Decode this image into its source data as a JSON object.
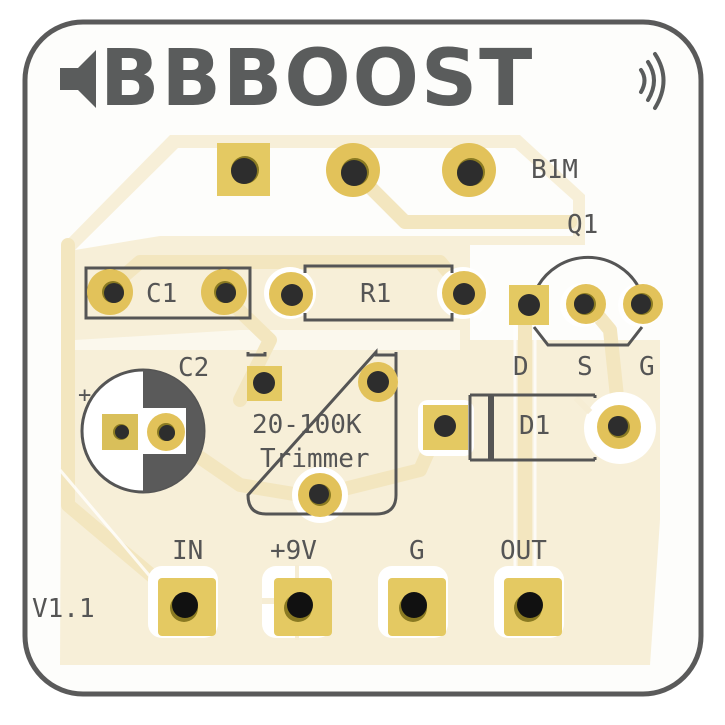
{
  "board": {
    "title": "BBBOOST",
    "version": "V1.1",
    "colors": {
      "outline": "#5a5a5a",
      "substrate": "#fdfdfb",
      "copper_fill": "#f6edd4",
      "trace": "#f3e6bf",
      "pad_gold": "#e2c25a",
      "pad_gold_light": "#ecd684",
      "drill": "#2d2d2d",
      "silkscreen": "#555555"
    }
  },
  "components": {
    "pot": {
      "ref": "B1M"
    },
    "transistor": {
      "ref": "Q1",
      "pins": [
        "D",
        "S",
        "G"
      ]
    },
    "cap1": {
      "ref": "C1"
    },
    "resistor": {
      "ref": "R1"
    },
    "cap2": {
      "ref": "C2",
      "polarity": "+"
    },
    "trimmer": {
      "value": "20-100K",
      "name": "Trimmer"
    },
    "diode": {
      "ref": "D1"
    }
  },
  "connectors": [
    {
      "label": "IN"
    },
    {
      "label": "+9V"
    },
    {
      "label": "G"
    },
    {
      "label": "OUT"
    }
  ]
}
